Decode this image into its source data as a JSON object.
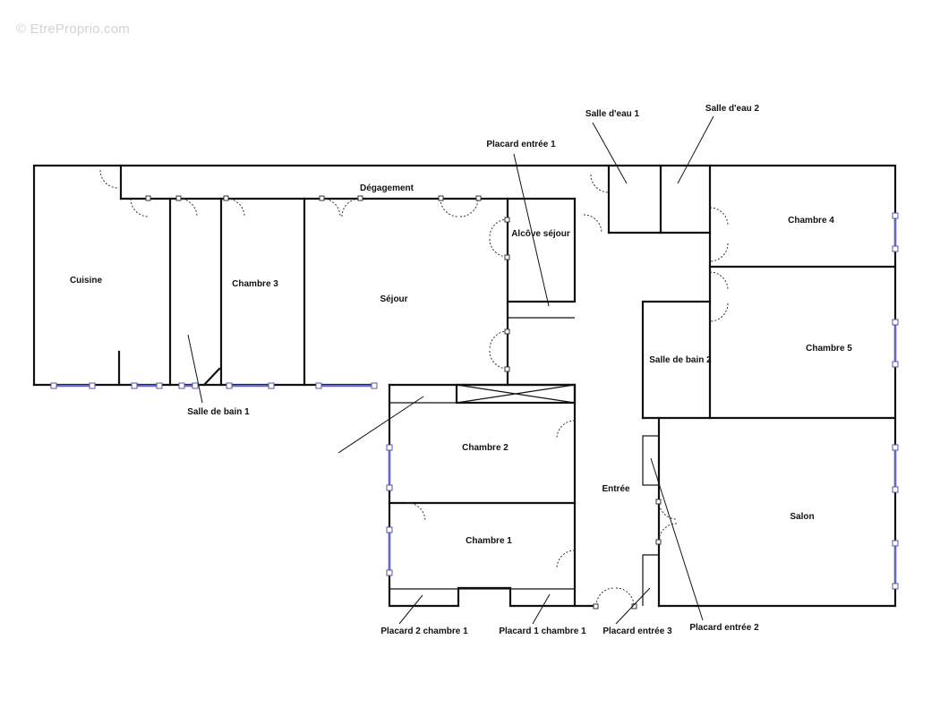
{
  "watermark": "© EtreProprio.com",
  "rooms": {
    "cuisine": "Cuisine",
    "chambre3": "Chambre 3",
    "sejour": "Séjour",
    "degagement": "Dégagement",
    "alcove_sejour": "Alcôve séjour",
    "chambre4": "Chambre 4",
    "chambre5": "Chambre 5",
    "salle_de_bain2": "Salle de bain 2",
    "chambre2": "Chambre 2",
    "chambre1": "Chambre 1",
    "entree": "Entrée",
    "salon": "Salon"
  },
  "callouts": {
    "salle_deau1": "Salle d'eau 1",
    "salle_deau2": "Salle d'eau 2",
    "placard_entree1": "Placard entrée 1",
    "salle_de_bain1": "Salle de bain 1",
    "placard2_chambre1": "Placard 2 chambre 1",
    "placard1_chambre1": "Placard 1 chambre 1",
    "placard_entree3": "Placard entrée 3",
    "placard_entree2": "Placard entrée 2"
  },
  "colors": {
    "wall": "#111111",
    "window": "#6666cc",
    "watermark": "#d3d3d3"
  }
}
